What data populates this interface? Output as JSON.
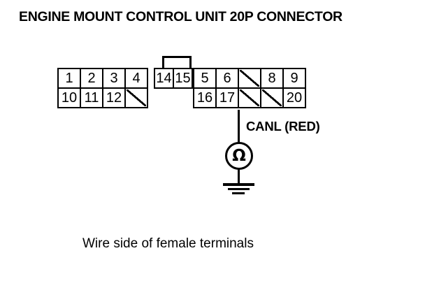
{
  "diagram": {
    "title": "ENGINE MOUNT CONTROL UNIT 20P CONNECTOR",
    "caption": "Wire side of female terminals",
    "probe_label": "CANL (RED)",
    "meter_symbol": "Ω",
    "colors": {
      "line": "#000000",
      "background": "#ffffff",
      "wire_color_name": "RED"
    },
    "connector": {
      "type": "20P",
      "rows": 2,
      "blocks": [
        {
          "name": "left-block",
          "top": [
            {
              "label": "1",
              "blank": false,
              "width": "wide"
            },
            {
              "label": "2",
              "blank": false,
              "width": "wide"
            },
            {
              "label": "3",
              "blank": false,
              "width": "wide"
            },
            {
              "label": "4",
              "blank": false,
              "width": "wide"
            }
          ],
          "bottom": [
            {
              "label": "10",
              "blank": false,
              "width": "wide"
            },
            {
              "label": "11",
              "blank": false,
              "width": "wide"
            },
            {
              "label": "12",
              "blank": false,
              "width": "wide"
            },
            {
              "label": "",
              "blank": true,
              "width": "wide"
            }
          ]
        },
        {
          "name": "middle-block",
          "has_latch_tab": true,
          "top": [],
          "bottom": [
            {
              "label": "14",
              "blank": false,
              "width": "narrow"
            },
            {
              "label": "15",
              "blank": false,
              "width": "narrow"
            }
          ]
        },
        {
          "name": "right-block",
          "top": [
            {
              "label": "5",
              "blank": false,
              "width": "wide"
            },
            {
              "label": "6",
              "blank": false,
              "width": "wide"
            },
            {
              "label": "",
              "blank": true,
              "width": "wide"
            },
            {
              "label": "8",
              "blank": false,
              "width": "wide"
            },
            {
              "label": "9",
              "blank": false,
              "width": "wide"
            }
          ],
          "bottom": [
            {
              "label": "16",
              "blank": false,
              "width": "wide"
            },
            {
              "label": "17",
              "blank": false,
              "width": "wide"
            },
            {
              "label": "",
              "blank": true,
              "width": "wide"
            },
            {
              "label": "",
              "blank": true,
              "width": "wide"
            },
            {
              "label": "20",
              "blank": false,
              "width": "wide"
            }
          ]
        }
      ]
    }
  }
}
